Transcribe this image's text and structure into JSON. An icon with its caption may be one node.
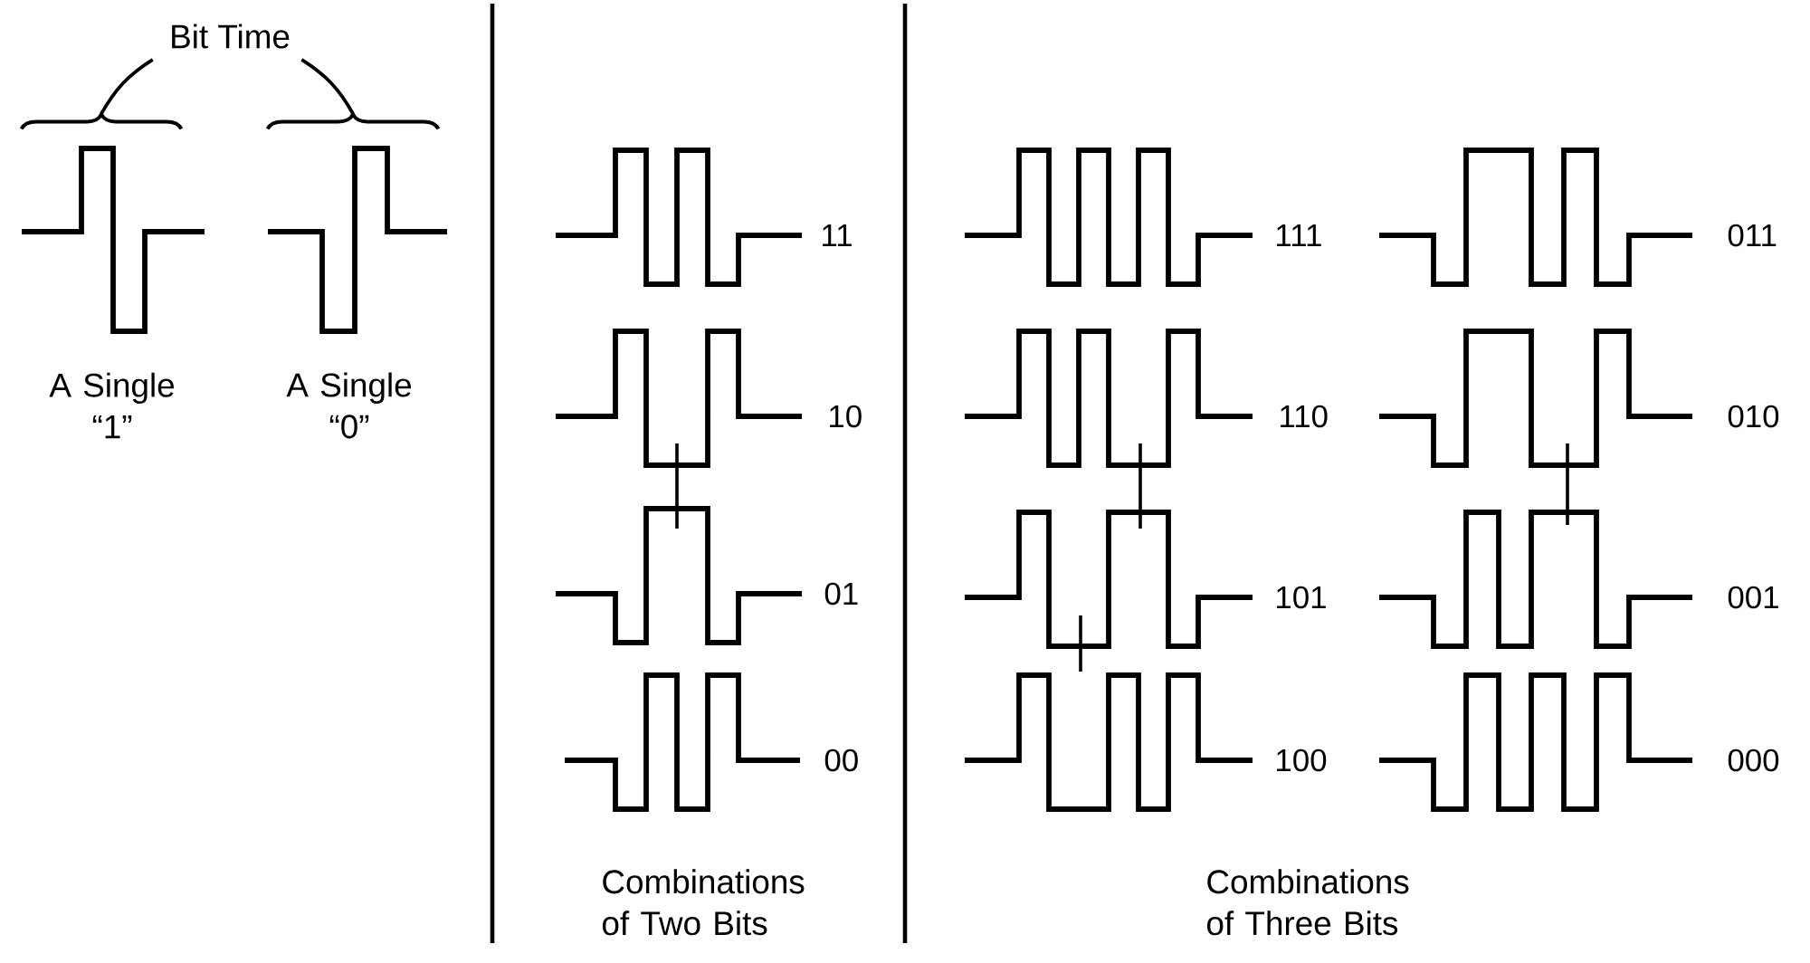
{
  "diagram": {
    "nodes": [
      {
        "text": [
          "Bit Time"
        ]
      },
      {
        "text": [],
        "shape": "brace"
      },
      {
        "text": [],
        "shape": "brace"
      }
    ],
    "edges": [
      {
        "from": 0,
        "to": 1,
        "arrow": "none"
      },
      {
        "from": 0,
        "to": 2,
        "arrow": "none"
      }
    ],
    "labels": [
      "A Single “1”",
      "A Single “0”",
      "11",
      "10",
      "01",
      "00",
      "Combinations of Two Bits",
      "111",
      "110",
      "101",
      "100",
      "011",
      "010",
      "001",
      "000",
      "Combinations of Three Bits"
    ]
  }
}
